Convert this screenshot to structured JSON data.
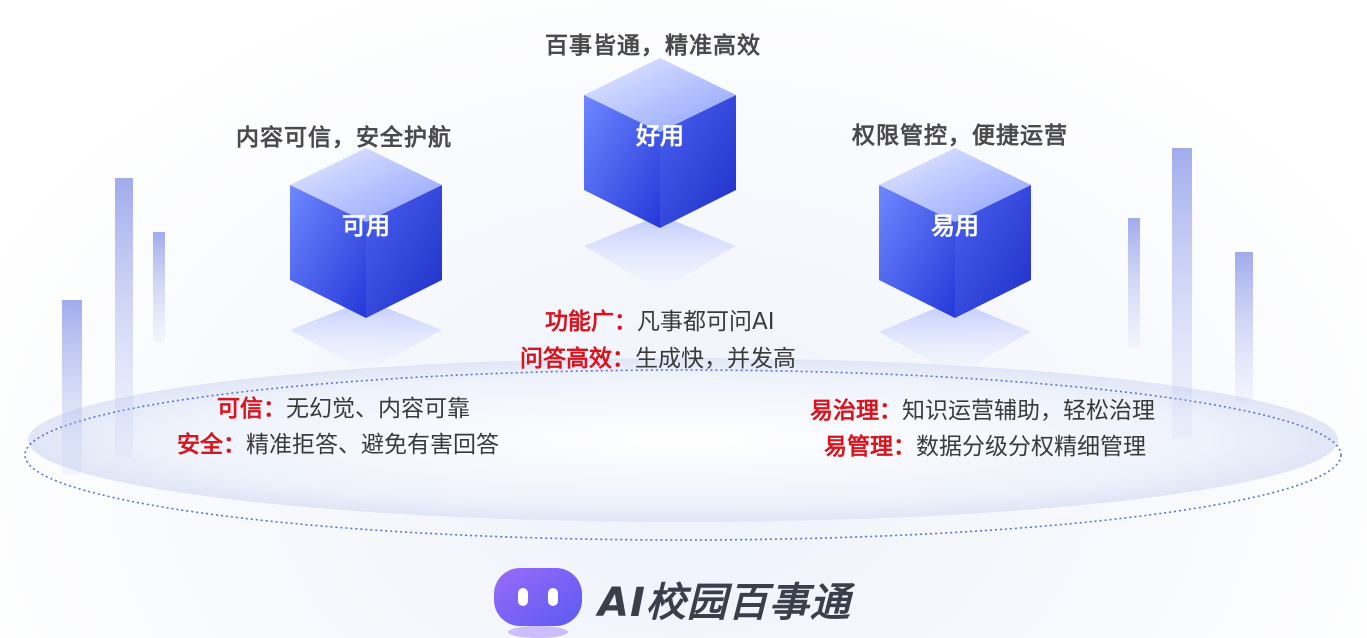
{
  "pillars": [
    {
      "id": "keyong",
      "cube_label": "可用",
      "heading": "内容可信，安全护航",
      "features": [
        {
          "key": "可信：",
          "value": "无幻觉、内容可靠"
        },
        {
          "key": "安全：",
          "value": "精准拒答、避免有害回答"
        }
      ]
    },
    {
      "id": "haoyong",
      "cube_label": "好用",
      "heading": "百事皆通，精准高效",
      "features": [
        {
          "key": "功能广：",
          "value": "凡事都可问AI"
        },
        {
          "key": "问答高效：",
          "value": "生成快，并发高"
        }
      ]
    },
    {
      "id": "yiyong",
      "cube_label": "易用",
      "heading": "权限管控，便捷运营",
      "features": [
        {
          "key": "易治理：",
          "value": "知识运营辅助，轻松治理"
        },
        {
          "key": "易管理：",
          "value": "数据分级分权精细管理"
        }
      ]
    }
  ],
  "brand": {
    "name": "AI校园百事通",
    "icon": "robot-face-icon"
  },
  "colors": {
    "accent_red": "#d8141e",
    "cube_blue": "#3f4fe3",
    "logo_purple": "#7a5cf5"
  }
}
